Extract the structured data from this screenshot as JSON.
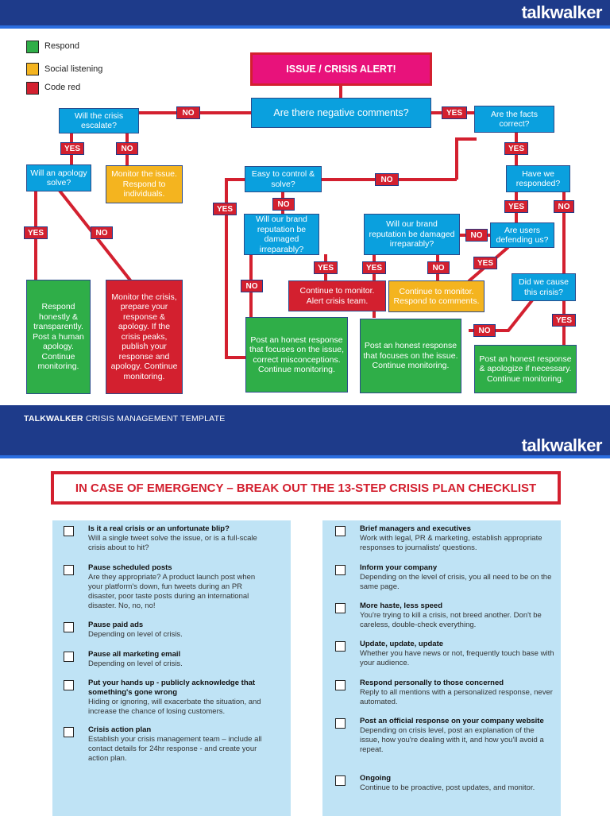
{
  "brand": "talkwalker",
  "legend": [
    {
      "label": "Respond",
      "color": "#2fae48"
    },
    {
      "label": "Social listening",
      "color": "#f4b41f"
    },
    {
      "label": "Code red",
      "color": "#d3202f"
    }
  ],
  "flow": {
    "alert": "ISSUE / CRISIS ALERT!",
    "negative": "Are there negative comments?",
    "escalate": "Will the crisis escalate?",
    "facts": "Are the facts correct?",
    "apology": "Will an apology solve?",
    "monitor_issue": "Monitor the issue. Respond to individuals.",
    "easy": "Easy to control & solve?",
    "responded": "Have we responded?",
    "brand1": "Will our brand reputation be damaged irreparably?",
    "brand2": "Will our brand reputation be damaged irreparably?",
    "defending": "Are users defending us?",
    "respond_honestly": "Respond honestly & transparently. Post a human apology. Continue monitoring.",
    "monitor_crisis": "Monitor the crisis, prepare your response & apology. If the crisis peaks, publish your response and apology. Continue monitoring.",
    "continue_alert": "Continue to monitor. Alert crisis team.",
    "continue_respond": "Continue to monitor. Respond to comments.",
    "did_we_cause": "Did we cause this crisis?",
    "post_honest1": "Post an honest response that focuses on the issue, correct misconceptions. Continue monitoring.",
    "post_honest2": "Post an honest response that focuses on the issue. Continue monitoring.",
    "post_honest3": "Post an honest response & apologize if necessary. Continue monitoring.",
    "yes": "YES",
    "no": "NO"
  },
  "footer": {
    "bold": "TALKWALKER",
    "rest": " CRISIS MANAGEMENT TEMPLATE"
  },
  "emergency_title": "IN CASE OF EMERGENCY – BREAK OUT THE 13-STEP CRISIS PLAN CHECKLIST",
  "checklist_left": [
    {
      "title": "Is it a real crisis or an unfortunate blip?",
      "desc": "Will a single tweet solve the issue, or is a full-scale crisis about to hit?"
    },
    {
      "title": "Pause scheduled posts",
      "desc": "Are they appropriate? A product launch post when your platform's down, fun tweets during an PR disaster, poor taste posts during an international disaster. No, no, no!"
    },
    {
      "title": "Pause paid ads",
      "desc": "Depending on level of crisis."
    },
    {
      "title": "Pause all marketing email",
      "desc": "Depending on level of crisis."
    },
    {
      "title": "Put your hands up - publicly acknowledge that something's gone wrong",
      "desc": "Hiding or ignoring, will exacerbate the situation, and increase the chance of losing customers."
    },
    {
      "title": "Crisis action plan",
      "desc": "Establish your crisis management team – include all contact details for 24hr response - and create your action plan."
    }
  ],
  "checklist_right": [
    {
      "title": "Brief managers and executives",
      "desc": "Work with legal, PR & marketing, establish appropriate responses to journalists' questions."
    },
    {
      "title": "Inform your company",
      "desc": "Depending on the level of crisis, you all need to be on the same page."
    },
    {
      "title": "More haste, less speed",
      "desc": "You're trying to kill a crisis, not breed another. Don't be careless, double-check everything."
    },
    {
      "title": "Update, update, update",
      "desc": "Whether you have news or not, frequently touch base with your audience."
    },
    {
      "title": "Respond personally to those concerned",
      "desc": "Reply to all mentions with a personalized response, never automated."
    },
    {
      "title": "Post an official response on your company website",
      "desc": "Depending on crisis level, post an explanation of the issue, how you're dealing with it, and how you'll avoid a repeat."
    },
    {
      "title": "Ongoing",
      "desc": "Continue to be proactive, post updates, and monitor."
    }
  ]
}
